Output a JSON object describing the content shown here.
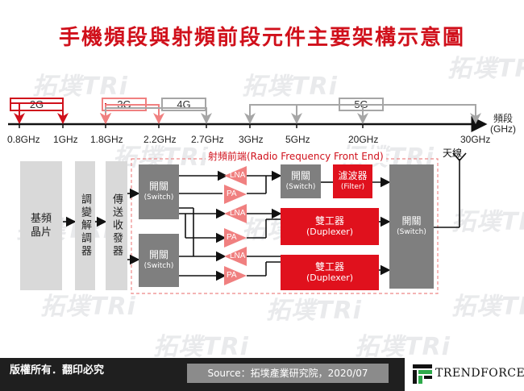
{
  "title": "手機頻段與射頻前段元件主要架構示意圖",
  "watermark": "拓墣TRi",
  "axis": {
    "unit_label": "頻段",
    "unit": "(GHz)",
    "ticks": [
      "0.8GHz",
      "1GHz",
      "1.8GHz",
      "2.2GHz",
      "2.7GHz",
      "3GHz",
      "5GHz",
      "20GHz",
      "30GHz"
    ]
  },
  "bands": {
    "b2g": "2G",
    "b3g": "3G",
    "b4g": "4G",
    "b5g": "5G"
  },
  "blocks": {
    "baseband": "基頻晶片",
    "modem": "調變解調器",
    "transceiver": "傳送收發器",
    "rffe_label": "射頻前端(Radio Frequency Front End)",
    "antenna": "天線",
    "switch_cn": "開關",
    "switch_en": "(Switch)",
    "filter_cn": "濾波器",
    "filter_en": "(Filter)",
    "duplexer_cn": "雙工器",
    "duplexer_en": "(Duplexer)",
    "lna": "LNA",
    "pa": "PA"
  },
  "footer": {
    "rights": "版權所有．翻印必究",
    "source": "Source：拓墣產業研究院，2020/07",
    "logo": "TRENDFORCE"
  },
  "colors": {
    "accent": "#d0101b",
    "box_red": "#e0111d",
    "switch_gray": "#7f7f7f",
    "light_gray": "#d9d9d9",
    "band_3g_light": "#f08080",
    "band_gray": "#a6a6a6"
  }
}
